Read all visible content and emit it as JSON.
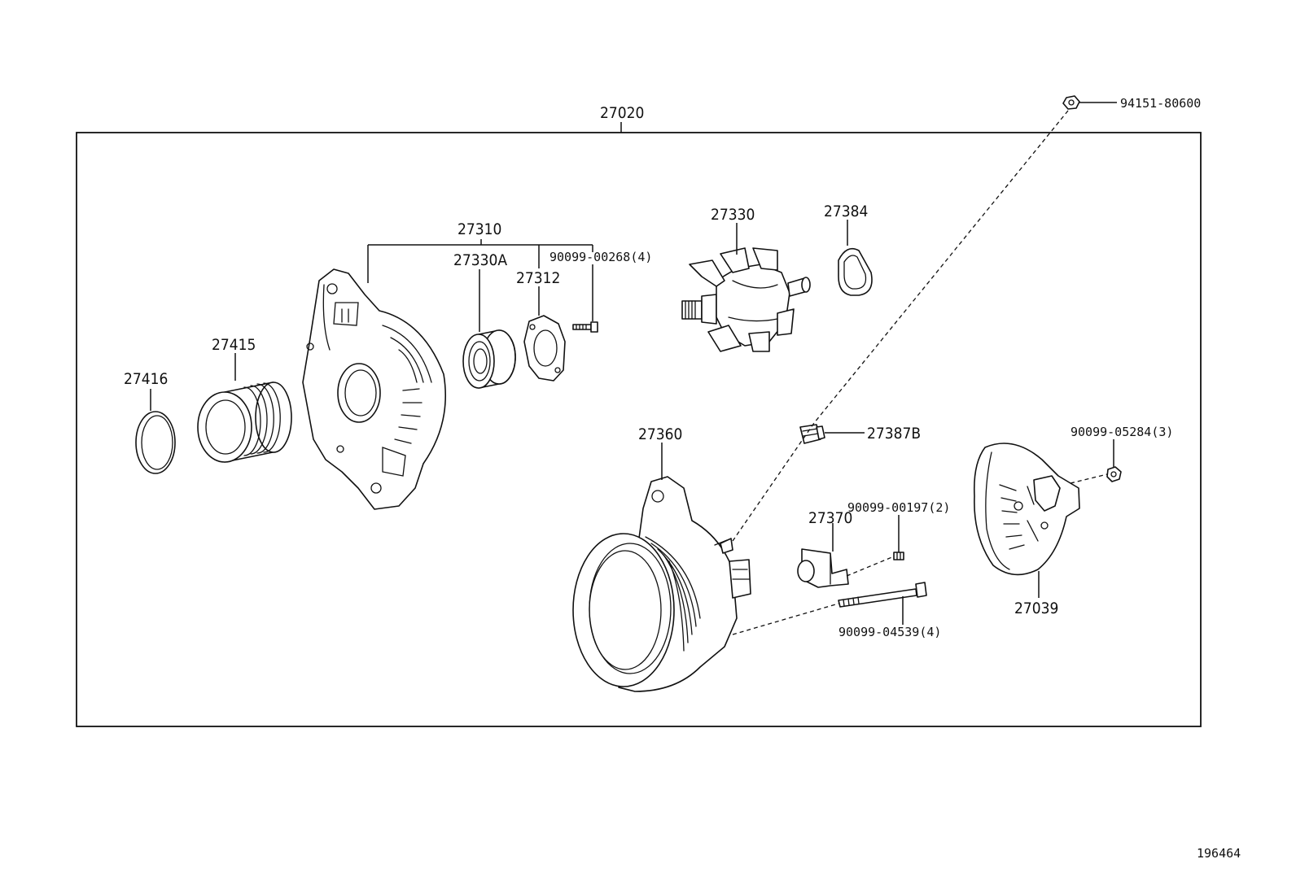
{
  "diagram": {
    "assembly_label": "27020",
    "drawing_number": "196464",
    "parts": {
      "p27416": "27416",
      "p27415": "27415",
      "p27310": "27310",
      "p27330A": "27330A",
      "p27312": "27312",
      "p90099_00268": "90099-00268(4)",
      "p27330": "27330",
      "p27384": "27384",
      "p94151_80600": "94151-80600",
      "p27387B": "27387B",
      "p27360": "27360",
      "p90099_00197": "90099-00197(2)",
      "p27370": "27370",
      "p90099_04539": "90099-04539(4)",
      "p90099_05284": "90099-05284(3)",
      "p27039": "27039"
    }
  }
}
